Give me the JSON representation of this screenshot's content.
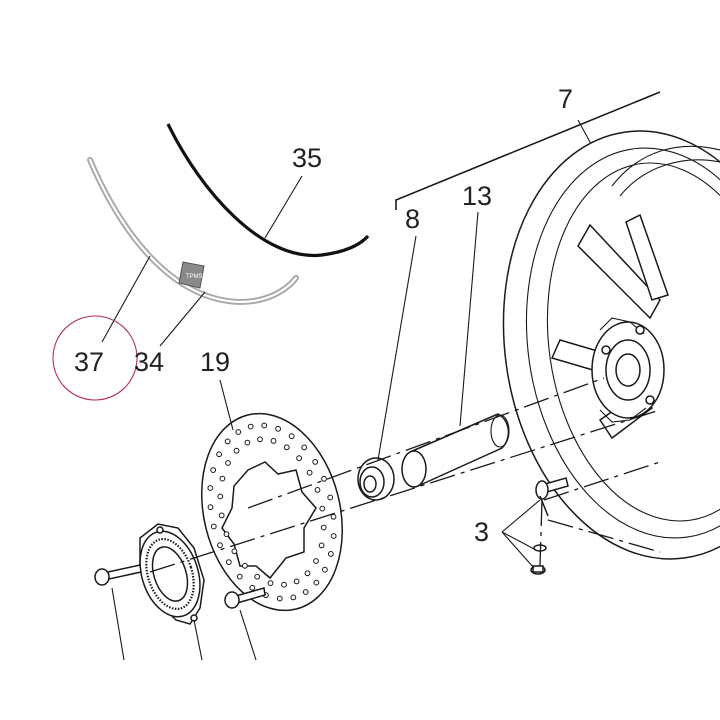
{
  "callouts": {
    "c7": "7",
    "c35": "35",
    "c8": "8",
    "c13": "13",
    "c37": "37",
    "c34": "34",
    "c19": "19",
    "c3": "3"
  },
  "colors": {
    "line": "#1a1a1a",
    "strip": "#a8a8a8",
    "highlight_circle": "#b03050",
    "text": "#222222"
  }
}
